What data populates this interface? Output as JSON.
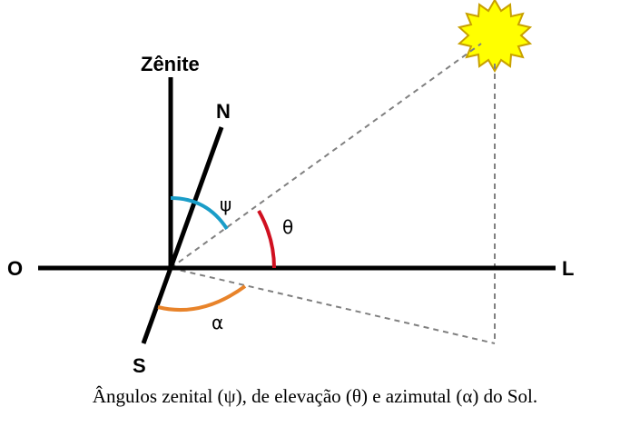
{
  "labels": {
    "zenith": "Zênite",
    "north": "N",
    "south": "S",
    "west": "O",
    "east": "L",
    "psi": "ψ",
    "theta": "θ",
    "alpha": "α"
  },
  "caption": "Ângulos zenital (ψ), de elevação (θ) e azimutal (α) do Sol.",
  "colors": {
    "axes": "#000000",
    "dashed": "#808080",
    "sun_fill": "#ffff00",
    "sun_stroke": "#c8a000",
    "zenith_arc": "#1a9dc8",
    "elevation_arc": "#d01020",
    "azimuth_arc": "#e8832a"
  }
}
